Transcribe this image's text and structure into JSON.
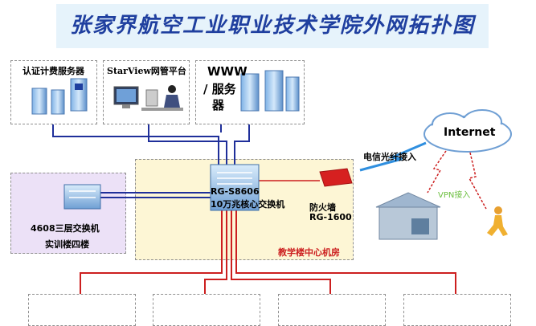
{
  "title": "张家界航空工业职业技术学院外网拓扑图",
  "servers": {
    "auth_billing": "认证计费服务器",
    "starview": "StarView网管平台",
    "www_line1": "WWW",
    "www_line2": "/ 服务",
    "www_line3": "器"
  },
  "core": {
    "switch_model": "RG-S8606",
    "switch_desc": "10万兆核心交换机",
    "firewall_label": "防火墙",
    "firewall_model": "RG-1600",
    "room_label": "教学楼中心机房"
  },
  "lab": {
    "switch_label": "4608三层交换机",
    "building_label": "实训楼四楼"
  },
  "wan": {
    "internet": "Internet",
    "telecom": "电信光纤接入",
    "vpn": "VPN接入"
  },
  "colors": {
    "title": "#1f3f9f",
    "blue_link": "#1f2f9a",
    "red_link": "#cc1f1f",
    "room_label": "#cc1f1f",
    "vpn": "#6cbf3f"
  }
}
